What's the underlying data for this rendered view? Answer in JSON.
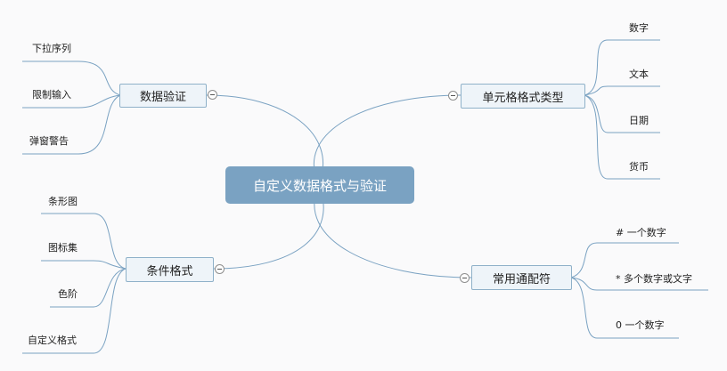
{
  "root": {
    "label": "自定义数据格式与验证"
  },
  "branches": {
    "data_validation": {
      "label": "数据验证",
      "items": [
        "下拉序列",
        "限制输入",
        "弹窗警告"
      ]
    },
    "cell_format_types": {
      "label": "单元格格式类型",
      "items": [
        "数字",
        "文本",
        "日期",
        "货币"
      ]
    },
    "conditional_format": {
      "label": "条件格式",
      "items": [
        "条形图",
        "图标集",
        "色阶",
        "自定义格式"
      ]
    },
    "wildcards": {
      "label": "常用通配符",
      "items": [
        "# 一个数字",
        "* 多个数字或文字",
        "0 一个数字"
      ]
    }
  },
  "colors": {
    "root_fill": "#7aa2c2",
    "branch_fill": "#eef4f9",
    "branch_border": "#8fb1c9",
    "line": "#7aa2c2"
  }
}
